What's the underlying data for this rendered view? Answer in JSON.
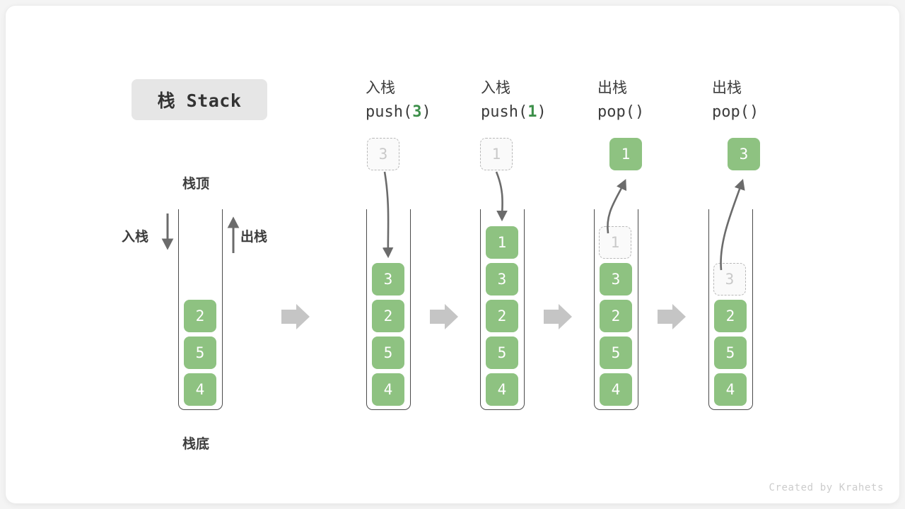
{
  "title": {
    "text": "栈 Stack"
  },
  "credit": "Created by Krahets",
  "colors": {
    "cell_fill": "#8ec281",
    "cell_text": "#ffffff",
    "ghost_border": "#b8b8b8",
    "ghost_text": "#c9c9c9",
    "accent_green": "#3c8f49",
    "container_stroke": "#4a4a4a",
    "flow_arrow": "#c5c5c5",
    "title_chip_bg": "#e6e6e6"
  },
  "intro": {
    "top_label": "栈顶",
    "bottom_label": "栈底",
    "push_label": "入栈",
    "pop_label": "出栈",
    "cells": [
      "2",
      "5",
      "4"
    ]
  },
  "steps": [
    {
      "id": "push-3",
      "op_cn": "入栈",
      "op_code_prefix": "push(",
      "op_code_arg": "3",
      "op_code_suffix": ")",
      "floating": {
        "value": "3",
        "state": "ghost",
        "position": "above"
      },
      "cells": [
        "3",
        "2",
        "5",
        "4"
      ]
    },
    {
      "id": "push-1",
      "op_cn": "入栈",
      "op_code_prefix": "push(",
      "op_code_arg": "1",
      "op_code_suffix": ")",
      "floating": {
        "value": "1",
        "state": "ghost",
        "position": "above"
      },
      "cells": [
        "1",
        "3",
        "2",
        "5",
        "4"
      ]
    },
    {
      "id": "pop-1",
      "op_cn": "出栈",
      "op_code_prefix": "pop(",
      "op_code_arg": "",
      "op_code_suffix": ")",
      "floating": {
        "value": "1",
        "state": "filled",
        "position": "above"
      },
      "ghost_top": "1",
      "cells": [
        "3",
        "2",
        "5",
        "4"
      ]
    },
    {
      "id": "pop-3",
      "op_cn": "出栈",
      "op_code_prefix": "pop(",
      "op_code_arg": "",
      "op_code_suffix": ")",
      "floating": {
        "value": "3",
        "state": "filled",
        "position": "above"
      },
      "ghost_top": "3",
      "cells": [
        "2",
        "5",
        "4"
      ]
    }
  ],
  "chart_data": {
    "type": "diagram",
    "title": "栈 Stack",
    "description": "Stack push/pop operation sequence",
    "initial_stack_top_to_bottom": [
      "2",
      "5",
      "4"
    ],
    "operations": [
      {
        "op": "push",
        "arg": "3",
        "resulting_stack_top_to_bottom": [
          "3",
          "2",
          "5",
          "4"
        ]
      },
      {
        "op": "push",
        "arg": "1",
        "resulting_stack_top_to_bottom": [
          "1",
          "3",
          "2",
          "5",
          "4"
        ]
      },
      {
        "op": "pop",
        "arg": "",
        "returned": "1",
        "resulting_stack_top_to_bottom": [
          "3",
          "2",
          "5",
          "4"
        ]
      },
      {
        "op": "pop",
        "arg": "",
        "returned": "3",
        "resulting_stack_top_to_bottom": [
          "2",
          "5",
          "4"
        ]
      }
    ]
  }
}
